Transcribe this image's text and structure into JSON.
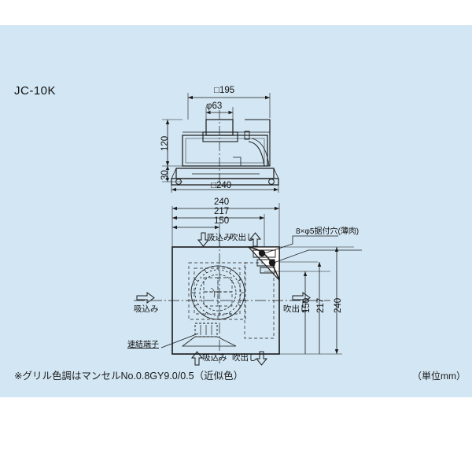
{
  "document": {
    "model_label": "JC-10K",
    "note": "※グリル色調はマンセルNo.0.8GY9.0/0.5（近似色）",
    "unit_note": "（単位mm）",
    "background_color": "#d3e6f3",
    "line_color": "#1a1a1a"
  },
  "side_view": {
    "dimensions": {
      "overall_width": "□195",
      "duct_diameter": "φ63",
      "body_height": "120",
      "flange_height": "30",
      "base_width": "□240"
    }
  },
  "bottom_view": {
    "dimensions": {
      "overall_top": "240",
      "hole_pitch_top": "217",
      "duct_offset_top": "150",
      "overall_right": "240",
      "hole_pitch_right": "217",
      "duct_offset_right": "150"
    },
    "callouts": [
      {
        "name": "mounting-holes",
        "text": "8×φ5据付穴(薄肉)"
      },
      {
        "name": "terminal",
        "text": "速結端子"
      }
    ],
    "flow_labels": {
      "left_intake": "吸込み",
      "right_outlet": "吹出し",
      "top_intake": "吸込み",
      "top_outlet": "吹出し",
      "bottom_intake": "吸込み",
      "bottom_outlet": "吹出し"
    }
  }
}
